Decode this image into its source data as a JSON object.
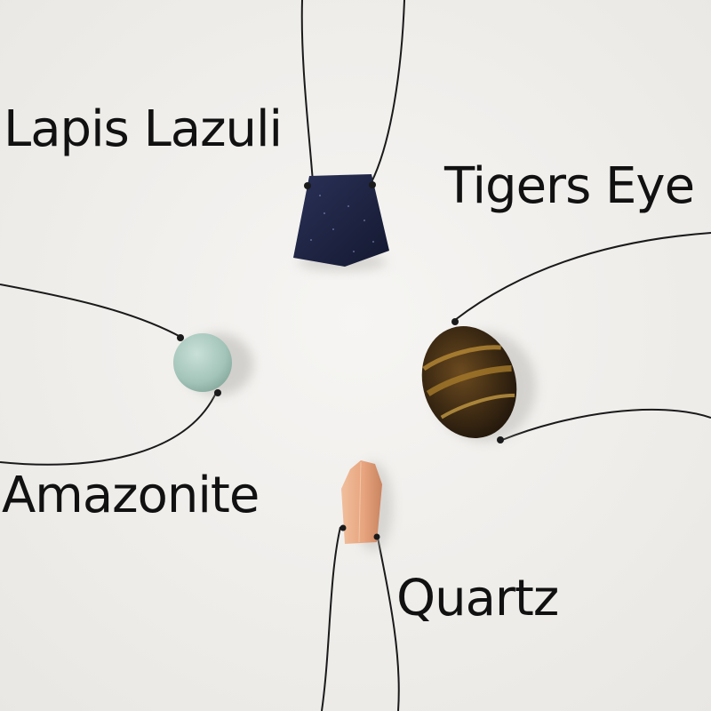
{
  "labels": {
    "lapis_lazuli": "Lapis Lazuli",
    "tigers_eye": "Tigers Eye",
    "amazonite": "Amazonite",
    "quartz": "Quartz"
  },
  "colors": {
    "background": "#f2f1ef",
    "cord": "#1a1a1a",
    "lapis": "#1c2240",
    "tigers_eye_dark": "#2a1d10",
    "tigers_eye_gold": "#a87b2c",
    "amazonite": "#a9c9bf",
    "quartz": "#e8a985",
    "text": "#111111"
  }
}
